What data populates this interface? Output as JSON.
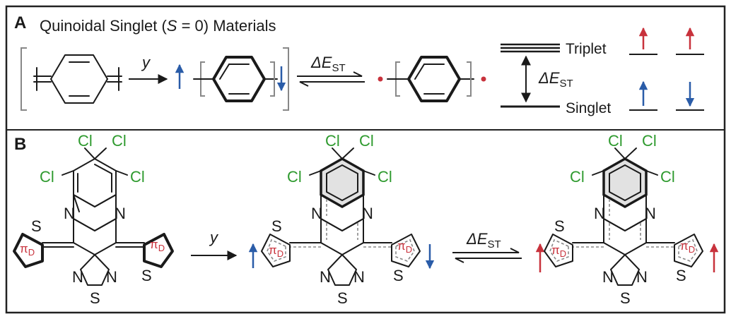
{
  "panel_a": {
    "letter": "A",
    "title_pre": "Quinoidal Singlet (",
    "title_s": "S",
    "title_post": " = 0) Materials",
    "y_label": "y",
    "delta_label": "ΔE",
    "delta_sub": "ST",
    "triplet_label": "Triplet",
    "singlet_label": "Singlet",
    "level_delta_label": "ΔE",
    "level_delta_sub": "ST"
  },
  "panel_b": {
    "letter": "B",
    "y_label": "y",
    "delta_label": "ΔE",
    "delta_sub": "ST",
    "cl": "Cl",
    "n": "N",
    "s": "S",
    "pi": "π",
    "pi_sub": "D"
  },
  "colors": {
    "blue_arrow": "#2a5ca8",
    "red_arrow": "#c8323c",
    "chlorine": "#2e9a2e",
    "pi_label": "#c8323c",
    "frame": "#222222"
  }
}
